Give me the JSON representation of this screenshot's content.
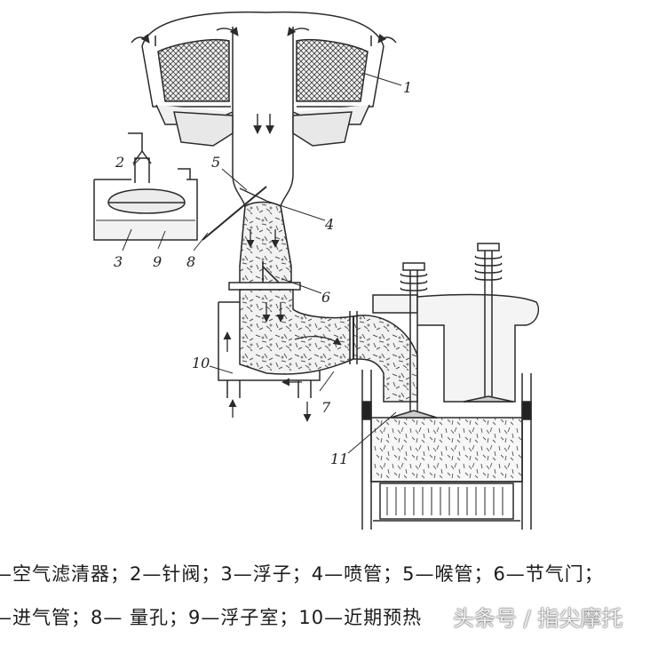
{
  "labels": {
    "n1": "1",
    "n2": "2",
    "n3": "3",
    "n4": "4",
    "n5": "5",
    "n6": "6",
    "n7": "7",
    "n8": "8",
    "n9": "9",
    "n10": "10",
    "n11": "11"
  },
  "legend": {
    "line1": "—空气滤清器；2—针阀；3—浮子；4—喷管；5—喉管；6—节气门；",
    "line2": "—进气管；8— 量孔；9—浮子室；10—近期预热",
    "watermark": "头条号 / 指尖摩托"
  },
  "colors": {
    "line": "#2a2a2a",
    "fill": "#e4e4e4",
    "liquid": "#f0f0f0"
  }
}
